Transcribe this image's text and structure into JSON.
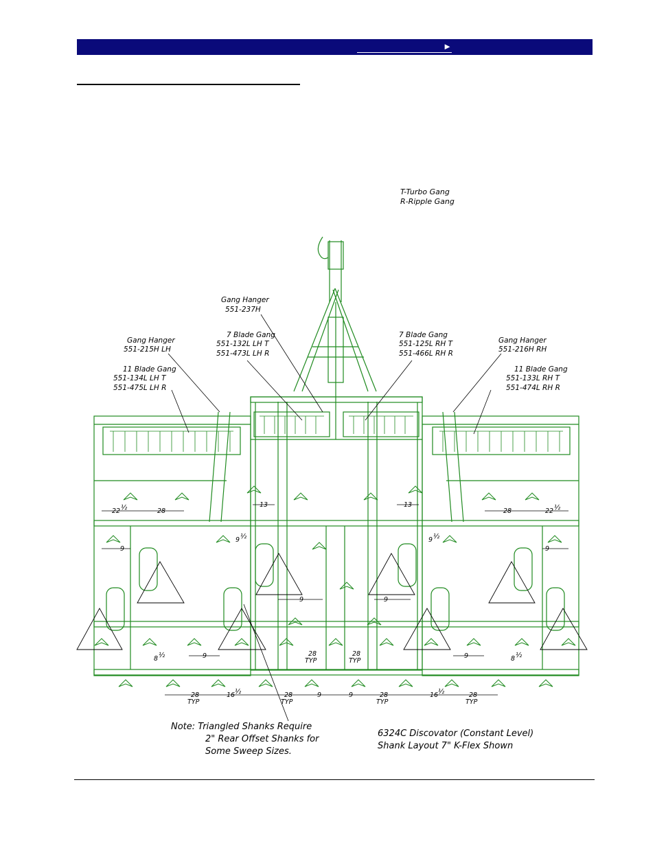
{
  "header": {
    "nav_arrow": "►"
  },
  "legend": {
    "line1": "T-Turbo Gang",
    "line2": "R-Ripple Gang"
  },
  "callouts": {
    "center_hanger": {
      "title": "Gang Hanger",
      "part": "551-237H"
    },
    "left_hanger": {
      "title": "Gang Hanger",
      "part": "551-215H  LH"
    },
    "right_hanger": {
      "title": "Gang Hanger",
      "part": "551-216H  RH"
    },
    "left_7blade": {
      "title": "7 Blade Gang",
      "part_t": "551-132L  LH  T",
      "part_r": "551-473L  LH  R"
    },
    "right_7blade": {
      "title": "7 Blade Gang",
      "part_t": "551-125L  RH  T",
      "part_r": "551-466L  RH  R"
    },
    "left_11blade": {
      "title": "11 Blade Gang",
      "part_t": "551-134L  LH  T",
      "part_r": "551-475L  LH  R"
    },
    "right_11blade": {
      "title": "11 Blade Gang",
      "part_t": "551-133L  RH  T",
      "part_r": "551-474L  RH  R"
    }
  },
  "dimensions": {
    "d28": "28",
    "d22": "22",
    "half": "½",
    "d13": "13",
    "d9": "9",
    "d9h": "9",
    "d8": "8",
    "d16": "16",
    "typ": "TYP"
  },
  "note": {
    "line1": "Note:   Triangled Shanks Require",
    "line2": "2\" Rear Offset Shanks for",
    "line3": "Some Sweep Sizes."
  },
  "caption": {
    "line1": "6324C Discovator (Constant Level)",
    "line2": "Shank Layout 7\"   K-Flex Shown"
  },
  "colors": {
    "banner": "#0a0a7a",
    "drawing": "#1f8a1f"
  }
}
